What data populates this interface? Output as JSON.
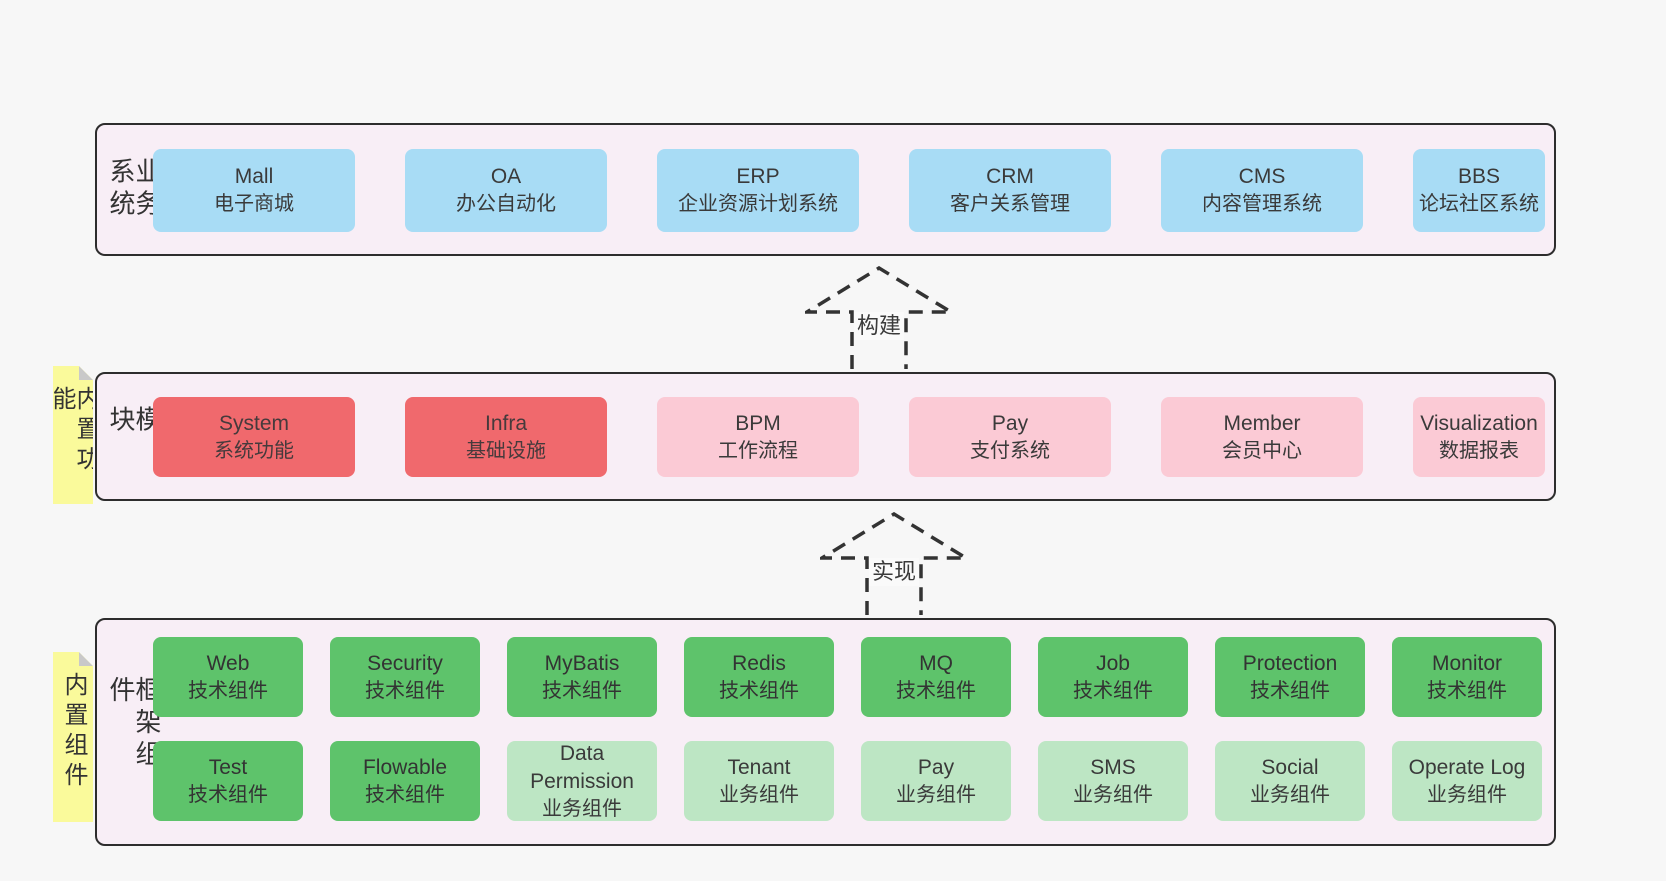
{
  "colors": {
    "background": "#f7f7f7",
    "container_fill": "#f8eef6",
    "border": "#2d2d2d",
    "blue_box": "#a8dcf5",
    "red_box": "#f0696d",
    "pink_box": "#fbcad5",
    "green_box": "#5ec36b",
    "light_green_box": "#bde6c4",
    "sticky_yellow": "#fafa9b"
  },
  "arrows": {
    "build": "构建",
    "implement": "实现"
  },
  "layers": {
    "business": {
      "side_label": "业务系统",
      "boxes": [
        {
          "title": "Mall",
          "subtitle": "电子商城"
        },
        {
          "title": "OA",
          "subtitle": "办公自动化"
        },
        {
          "title": "ERP",
          "subtitle": "企业资源计划系统"
        },
        {
          "title": "CRM",
          "subtitle": "客户关系管理"
        },
        {
          "title": "CMS",
          "subtitle": "内容管理系统"
        },
        {
          "title": "BBS",
          "subtitle": "论坛社区系统"
        }
      ]
    },
    "modules": {
      "side_label": "通用模块",
      "sticky": "内置功能",
      "boxes": [
        {
          "title": "System",
          "subtitle": "系统功能"
        },
        {
          "title": "Infra",
          "subtitle": "基础设施"
        },
        {
          "title": "BPM",
          "subtitle": "工作流程"
        },
        {
          "title": "Pay",
          "subtitle": "支付系统"
        },
        {
          "title": "Member",
          "subtitle": "会员中心"
        },
        {
          "title": "Visualization",
          "subtitle": "数据报表"
        }
      ]
    },
    "framework": {
      "side_label": "框架组件",
      "sticky": "内置组件",
      "row1": [
        {
          "title": "Web",
          "subtitle": "技术组件"
        },
        {
          "title": "Security",
          "subtitle": "技术组件"
        },
        {
          "title": "MyBatis",
          "subtitle": "技术组件"
        },
        {
          "title": "Redis",
          "subtitle": "技术组件"
        },
        {
          "title": "MQ",
          "subtitle": "技术组件"
        },
        {
          "title": "Job",
          "subtitle": "技术组件"
        },
        {
          "title": "Protection",
          "subtitle": "技术组件"
        },
        {
          "title": "Monitor",
          "subtitle": "技术组件"
        }
      ],
      "row2": [
        {
          "title": "Test",
          "subtitle": "技术组件"
        },
        {
          "title": "Flowable",
          "subtitle": "技术组件"
        },
        {
          "title": "Data Permission",
          "subtitle": "业务组件"
        },
        {
          "title": "Tenant",
          "subtitle": "业务组件"
        },
        {
          "title": "Pay",
          "subtitle": "业务组件"
        },
        {
          "title": "SMS",
          "subtitle": "业务组件"
        },
        {
          "title": "Social",
          "subtitle": "业务组件"
        },
        {
          "title": "Operate Log",
          "subtitle": "业务组件"
        }
      ]
    }
  }
}
